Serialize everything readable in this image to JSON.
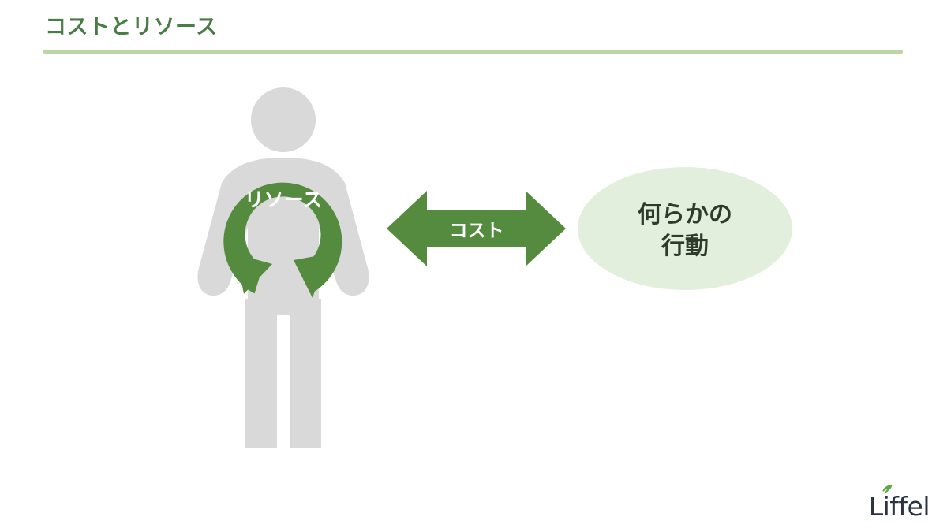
{
  "slide": {
    "title": "コストとリソース",
    "background_color": "#FFFFFF"
  },
  "theme": {
    "title_color": "#4A7C45",
    "rule_color": "#BCD5A8",
    "accent_green": "#558B3E",
    "light_green": "#E2EFDC",
    "figure_gray": "#D9D9D9",
    "dark_text": "#2D3A2C",
    "logo_color": "#2B3440",
    "logo_leaf_color": "#5FA845"
  },
  "diagram": {
    "person": {
      "name": "person-silhouette",
      "color": "#D9D9D9"
    },
    "resource_cycle": {
      "label": "リソース",
      "label_color": "#FFFFFF",
      "arrow_color": "#558B3E",
      "icon": "circular-arrow-icon"
    },
    "cost_arrow": {
      "label": "コスト",
      "label_color": "#FFFFFF",
      "arrow_color": "#558B3E",
      "direction": "double-headed-horizontal"
    },
    "action_node": {
      "line1": "何らかの",
      "line2": "行動",
      "fill": "#E2EFDC",
      "text_color": "#2D3A2C",
      "shape": "ellipse"
    }
  },
  "logo": {
    "wordmark": "Liffel",
    "leaf_icon": "leaf-icon"
  }
}
